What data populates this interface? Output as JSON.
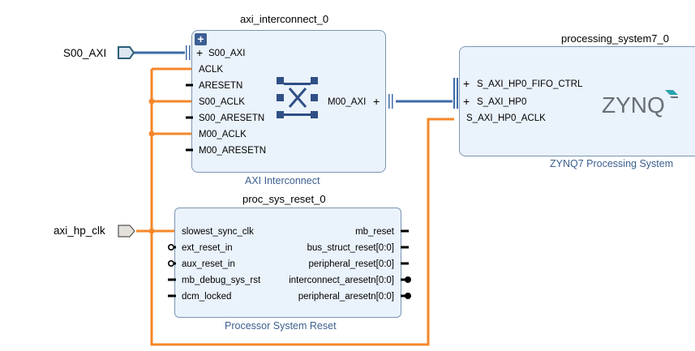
{
  "external_ports": {
    "s00_axi": "S00_AXI",
    "axi_hp_clk": "axi_hp_clk"
  },
  "axi_interconnect": {
    "instance_name": "axi_interconnect_0",
    "type_name": "AXI Interconnect",
    "expand_icon": "plus-box-icon",
    "pins_left": [
      "S00_AXI",
      "ACLK",
      "ARESETN",
      "S00_ACLK",
      "S00_ARESETN",
      "M00_ACLK",
      "M00_ARESETN"
    ],
    "pins_right": [
      "M00_AXI"
    ]
  },
  "processing_system": {
    "instance_name": "processing_system7_0",
    "type_name": "ZYNQ7 Processing System",
    "logo_text": "ZYNQ",
    "pins_left": [
      "S_AXI_HP0_FIFO_CTRL",
      "S_AXI_HP0",
      "S_AXI_HP0_ACLK"
    ]
  },
  "proc_sys_reset": {
    "instance_name": "proc_sys_reset_0",
    "type_name": "Processor System Reset",
    "pins_left": [
      "slowest_sync_clk",
      "ext_reset_in",
      "aux_reset_in",
      "mb_debug_sys_rst",
      "dcm_locked"
    ],
    "pins_right": [
      "mb_reset",
      "bus_struct_reset[0:0]",
      "peripheral_reset[0:0]",
      "interconnect_aresetn[0:0]",
      "peripheral_aresetn[0:0]"
    ]
  },
  "colors": {
    "block_fill": "#eaf2fb",
    "block_border": "#7d95b3",
    "bus_wire": "#3d6aa5",
    "clock_wire": "#f5872a",
    "subtitle": "#3b5f8f",
    "zynq_logo": "#6a6f76"
  }
}
